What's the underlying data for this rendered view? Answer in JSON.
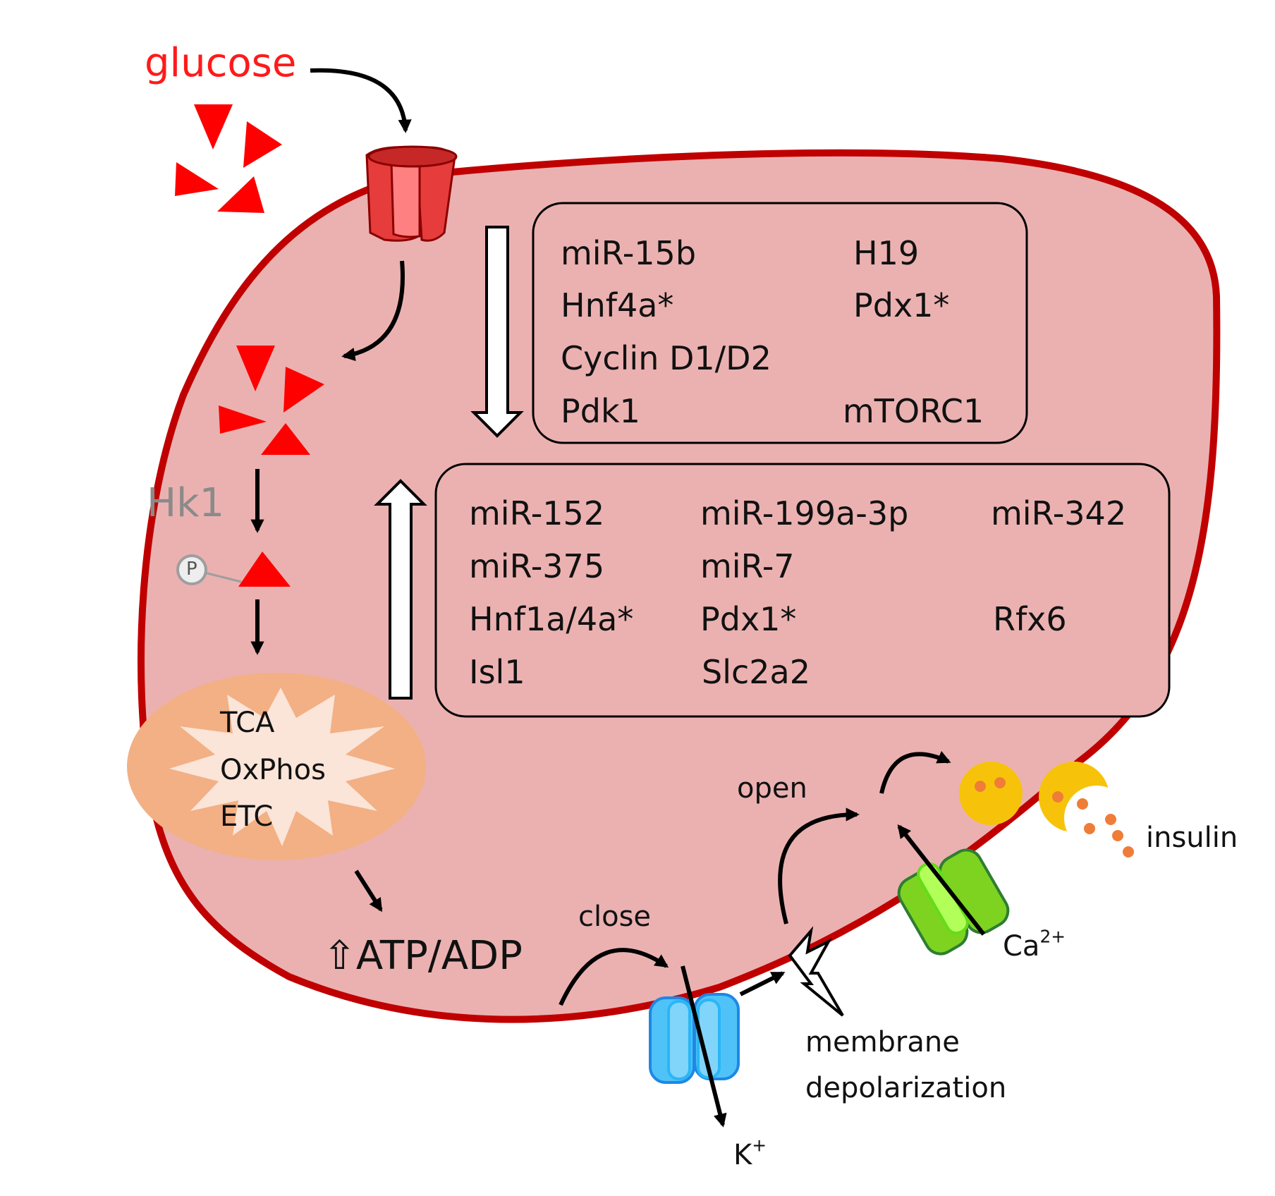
{
  "colors": {
    "cell_fill": "#ebb1b1",
    "cell_border": "#c00000",
    "glucose": "#ff0000",
    "k_channel": "#4fc3f7",
    "ca_channel": "#7ed321",
    "granule": "#f7c30a",
    "insulin_dot": "#ef7d38",
    "mitochondrion": "#f2b084"
  },
  "labels": {
    "glucose": "glucose",
    "hk1": "Hk1",
    "phosphate": "P",
    "mito_line1": "TCA",
    "mito_line2": "OxPhos",
    "mito_line3": "ETC",
    "atp_arrow": "⇧",
    "atp": "ATP/ADP",
    "close": "close",
    "open": "open",
    "k_ion": "K",
    "k_charge": "+",
    "ca_ion": "Ca",
    "ca_charge": "2+",
    "membrane_line1": "membrane",
    "membrane_line2": "depolarization",
    "insulin": "insulin"
  },
  "down_box": {
    "direction": "down",
    "items": [
      "miR-15b",
      "H19",
      "Hnf4a*",
      "Pdx1*",
      "Cyclin D1/D2",
      "Pdk1",
      "mTORC1"
    ]
  },
  "up_box": {
    "direction": "up",
    "items": [
      "miR-152",
      "miR-199a-3p",
      "miR-342",
      "miR-375",
      "miR-7",
      "Hnf1a/4a*",
      "Pdx1*",
      "Rfx6",
      "Isl1",
      "Slc2a2"
    ]
  }
}
